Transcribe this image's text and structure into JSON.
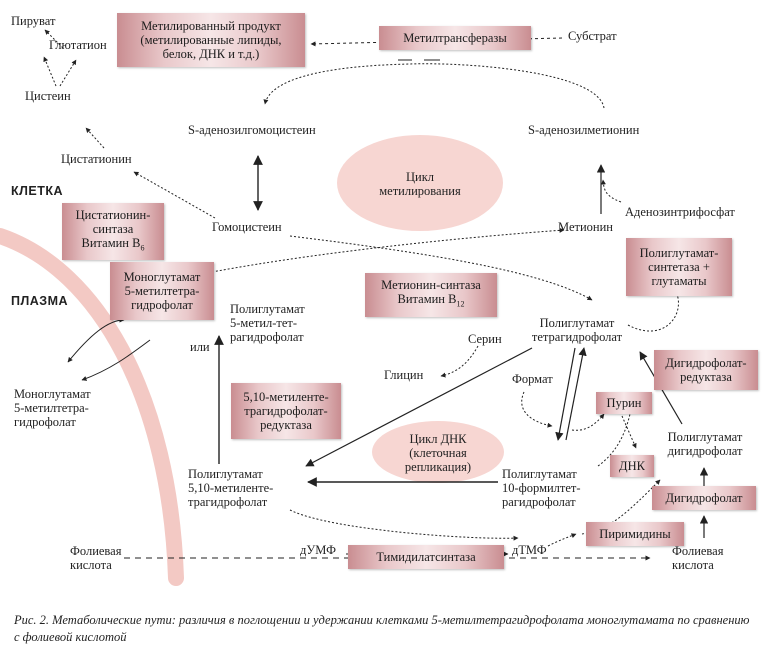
{
  "regions": {
    "cell": "КЛЕТКА",
    "plasma": "ПЛАЗМА"
  },
  "cycles": {
    "methylation": [
      "Цикл",
      "метилирования"
    ],
    "dna": [
      "Цикл ДНК",
      "(клеточная",
      "репликация)"
    ]
  },
  "nodes": {
    "pyruvate": "Пируват",
    "glutathione": "Глютатион",
    "cysteine": "Цистеин",
    "cystathionine": "Цистатионин",
    "substrate": "Субстрат",
    "sah": "S-аденозилгомоцистеин",
    "sam": "S-аденозилметионин",
    "homocysteine": "Гомоцистеин",
    "methionine": "Метионин",
    "atp": "Аденозинтрифосфат",
    "poly_methyl_thf": [
      "Полиглутамат",
      "5-метил-тет-",
      "рагидрофолат"
    ],
    "or": "или",
    "poly_thf": [
      "Полиглутамат",
      "тетрагидрофолат"
    ],
    "serine": "Серин",
    "glycine": "Глицин",
    "formate": "Формат",
    "mono_methyl_thf_plasma": [
      "Моноглутамат",
      "5-метилтетра-",
      "гидрофолат"
    ],
    "poly_methylene_thf": [
      "Полиглутамат",
      "5,10-метиленте-",
      "трагидрофолат"
    ],
    "poly_formyl_thf": [
      "Полиглутамат",
      "10-формилтет-",
      "рагидрофолат"
    ],
    "poly_dhf": [
      "Полиглутамат",
      "дигидрофолат"
    ],
    "folic_acid_left": [
      "Фолиевая",
      "кислота"
    ],
    "folic_acid_right": [
      "Фолиевая",
      "кислота"
    ],
    "dump": "дУМФ",
    "dtmp": "дТМФ"
  },
  "boxes": {
    "methylated_product": [
      "Метилированный продукт",
      "(метилированные липиды,",
      "белок, ДНК и т.д.)"
    ],
    "methyltransferases": [
      "Метилтрансферазы"
    ],
    "cbs": [
      "Цистатионин-",
      "синтаза",
      "Витамин B"
    ],
    "cbs_sub": "6",
    "mono_methyl_thf_box": [
      "Моноглутамат",
      "5-метилтетра-",
      "гидрофолат"
    ],
    "methionine_synthase": [
      "Метионин-синтаза",
      "Витамин B"
    ],
    "methionine_synthase_sub": "12",
    "polyglutamate_synthetase": [
      "Полиглутамат-",
      "синтетаза +",
      "глутаматы"
    ],
    "mthfr": [
      "5,10-метиленте-",
      "трагидрофолат-",
      "редуктаза"
    ],
    "dhfr": [
      "Дигидрофолат-",
      "редуктаза"
    ],
    "purine": [
      "Пурин"
    ],
    "dna": [
      "ДНК"
    ],
    "dhf": [
      "Дигидрофолат"
    ],
    "pyrimidines": [
      "Пиримидины"
    ],
    "thymidylate_synthase": [
      "Тимидилатсинтаза"
    ]
  },
  "caption": "Рис. 2. Метаболические пути: различия в поглощении и удержании клетками 5-метилтетрагидрофолата моноглутамата по сравнению с фолиевой кислотой",
  "colors": {
    "box_dark": "#c98d91",
    "box_light": "#f6e6e7",
    "membrane": "#f3c9c4",
    "cycle": "#f7d6d2",
    "ink": "#222222"
  }
}
